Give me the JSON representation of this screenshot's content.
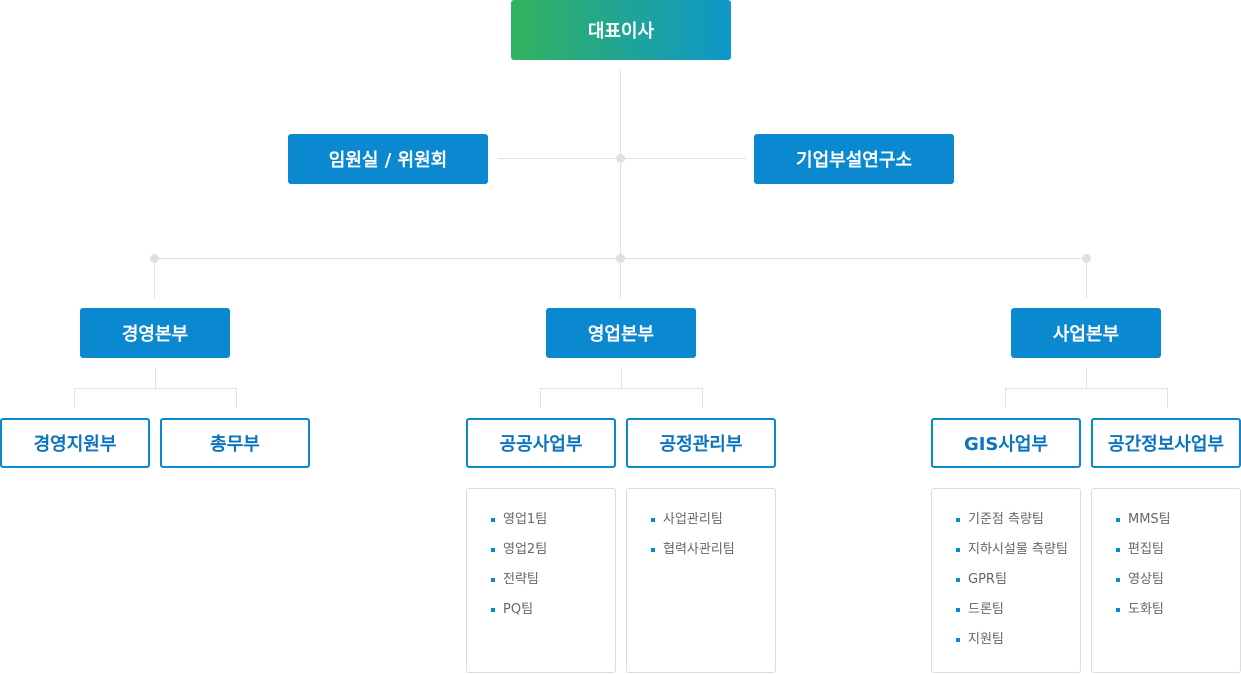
{
  "ceo": "대표이사",
  "staff_left": "임원실 / 위원회",
  "staff_right": "기업부설연구소",
  "divisions": [
    {
      "name": "경영본부",
      "departments": [
        {
          "name": "경영지원부",
          "teams": []
        },
        {
          "name": "총무부",
          "teams": []
        }
      ]
    },
    {
      "name": "영업본부",
      "departments": [
        {
          "name": "공공사업부",
          "teams": [
            "영업1팀",
            "영업2팀",
            "전략팀",
            "PQ팀"
          ]
        },
        {
          "name": "공정관리부",
          "teams": [
            "사업관리팀",
            "협력사관리팀"
          ]
        }
      ]
    },
    {
      "name": "사업본부",
      "departments": [
        {
          "name": "GIS사업부",
          "teams": [
            "기준점 측량팀",
            "지하시설물 측량팀",
            "GPR팀",
            "드론팀",
            "지원팀"
          ]
        },
        {
          "name": "공간정보사업부",
          "teams": [
            "MMS팀",
            "편집팀",
            "영상팀",
            "도화팀"
          ]
        }
      ]
    }
  ],
  "colors": {
    "primary_blue": "#0a88d0",
    "gradient_start": "#33b25e",
    "gradient_end": "#0e97c9",
    "connector": "#e0e0e0"
  }
}
